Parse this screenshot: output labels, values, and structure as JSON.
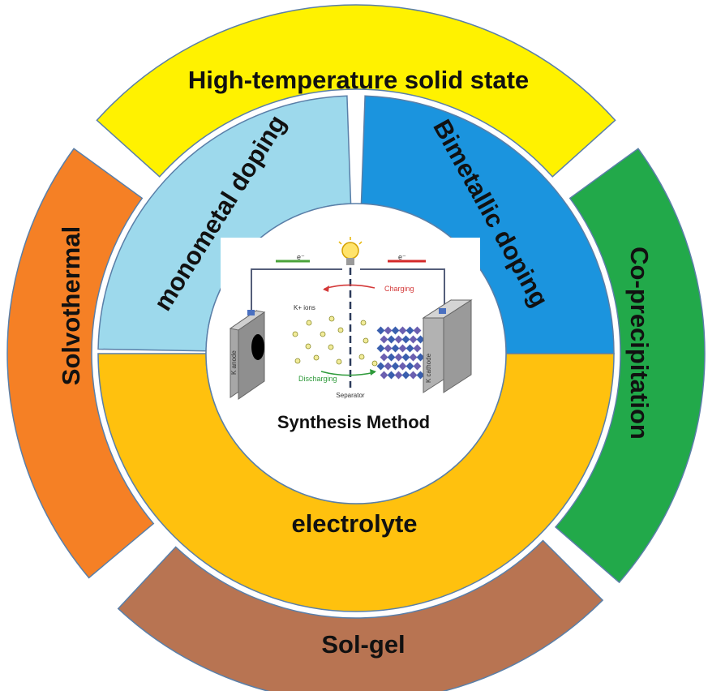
{
  "center": {
    "label": "Synthesis Method",
    "battery": {
      "anode": "K anode",
      "cathode": "K cathode",
      "separator": "Separator",
      "ions": "K+ ions",
      "charging": "Charging",
      "discharging": "Discharging",
      "electron_left": "e⁻",
      "electron_right": "e⁻"
    }
  },
  "inner_ring": {
    "monometal": "monometal doping",
    "bimetallic": "Bimetallic doping",
    "electrolyte": "electrolyte"
  },
  "outer_ring": {
    "top": "High-temperature solid state",
    "left": "Solvothermal",
    "right": "Co-precipitation",
    "bottom": "Sol-gel"
  },
  "colors": {
    "high_temp": "#FFF200",
    "solvothermal": "#F58025",
    "co_precipitation": "#22A94A",
    "sol_gel": "#B87452",
    "monometal": "#9DD9EC",
    "bimetallic": "#1B94DE",
    "electrolyte": "#FFC10E",
    "outline": "#5A7FA8"
  }
}
